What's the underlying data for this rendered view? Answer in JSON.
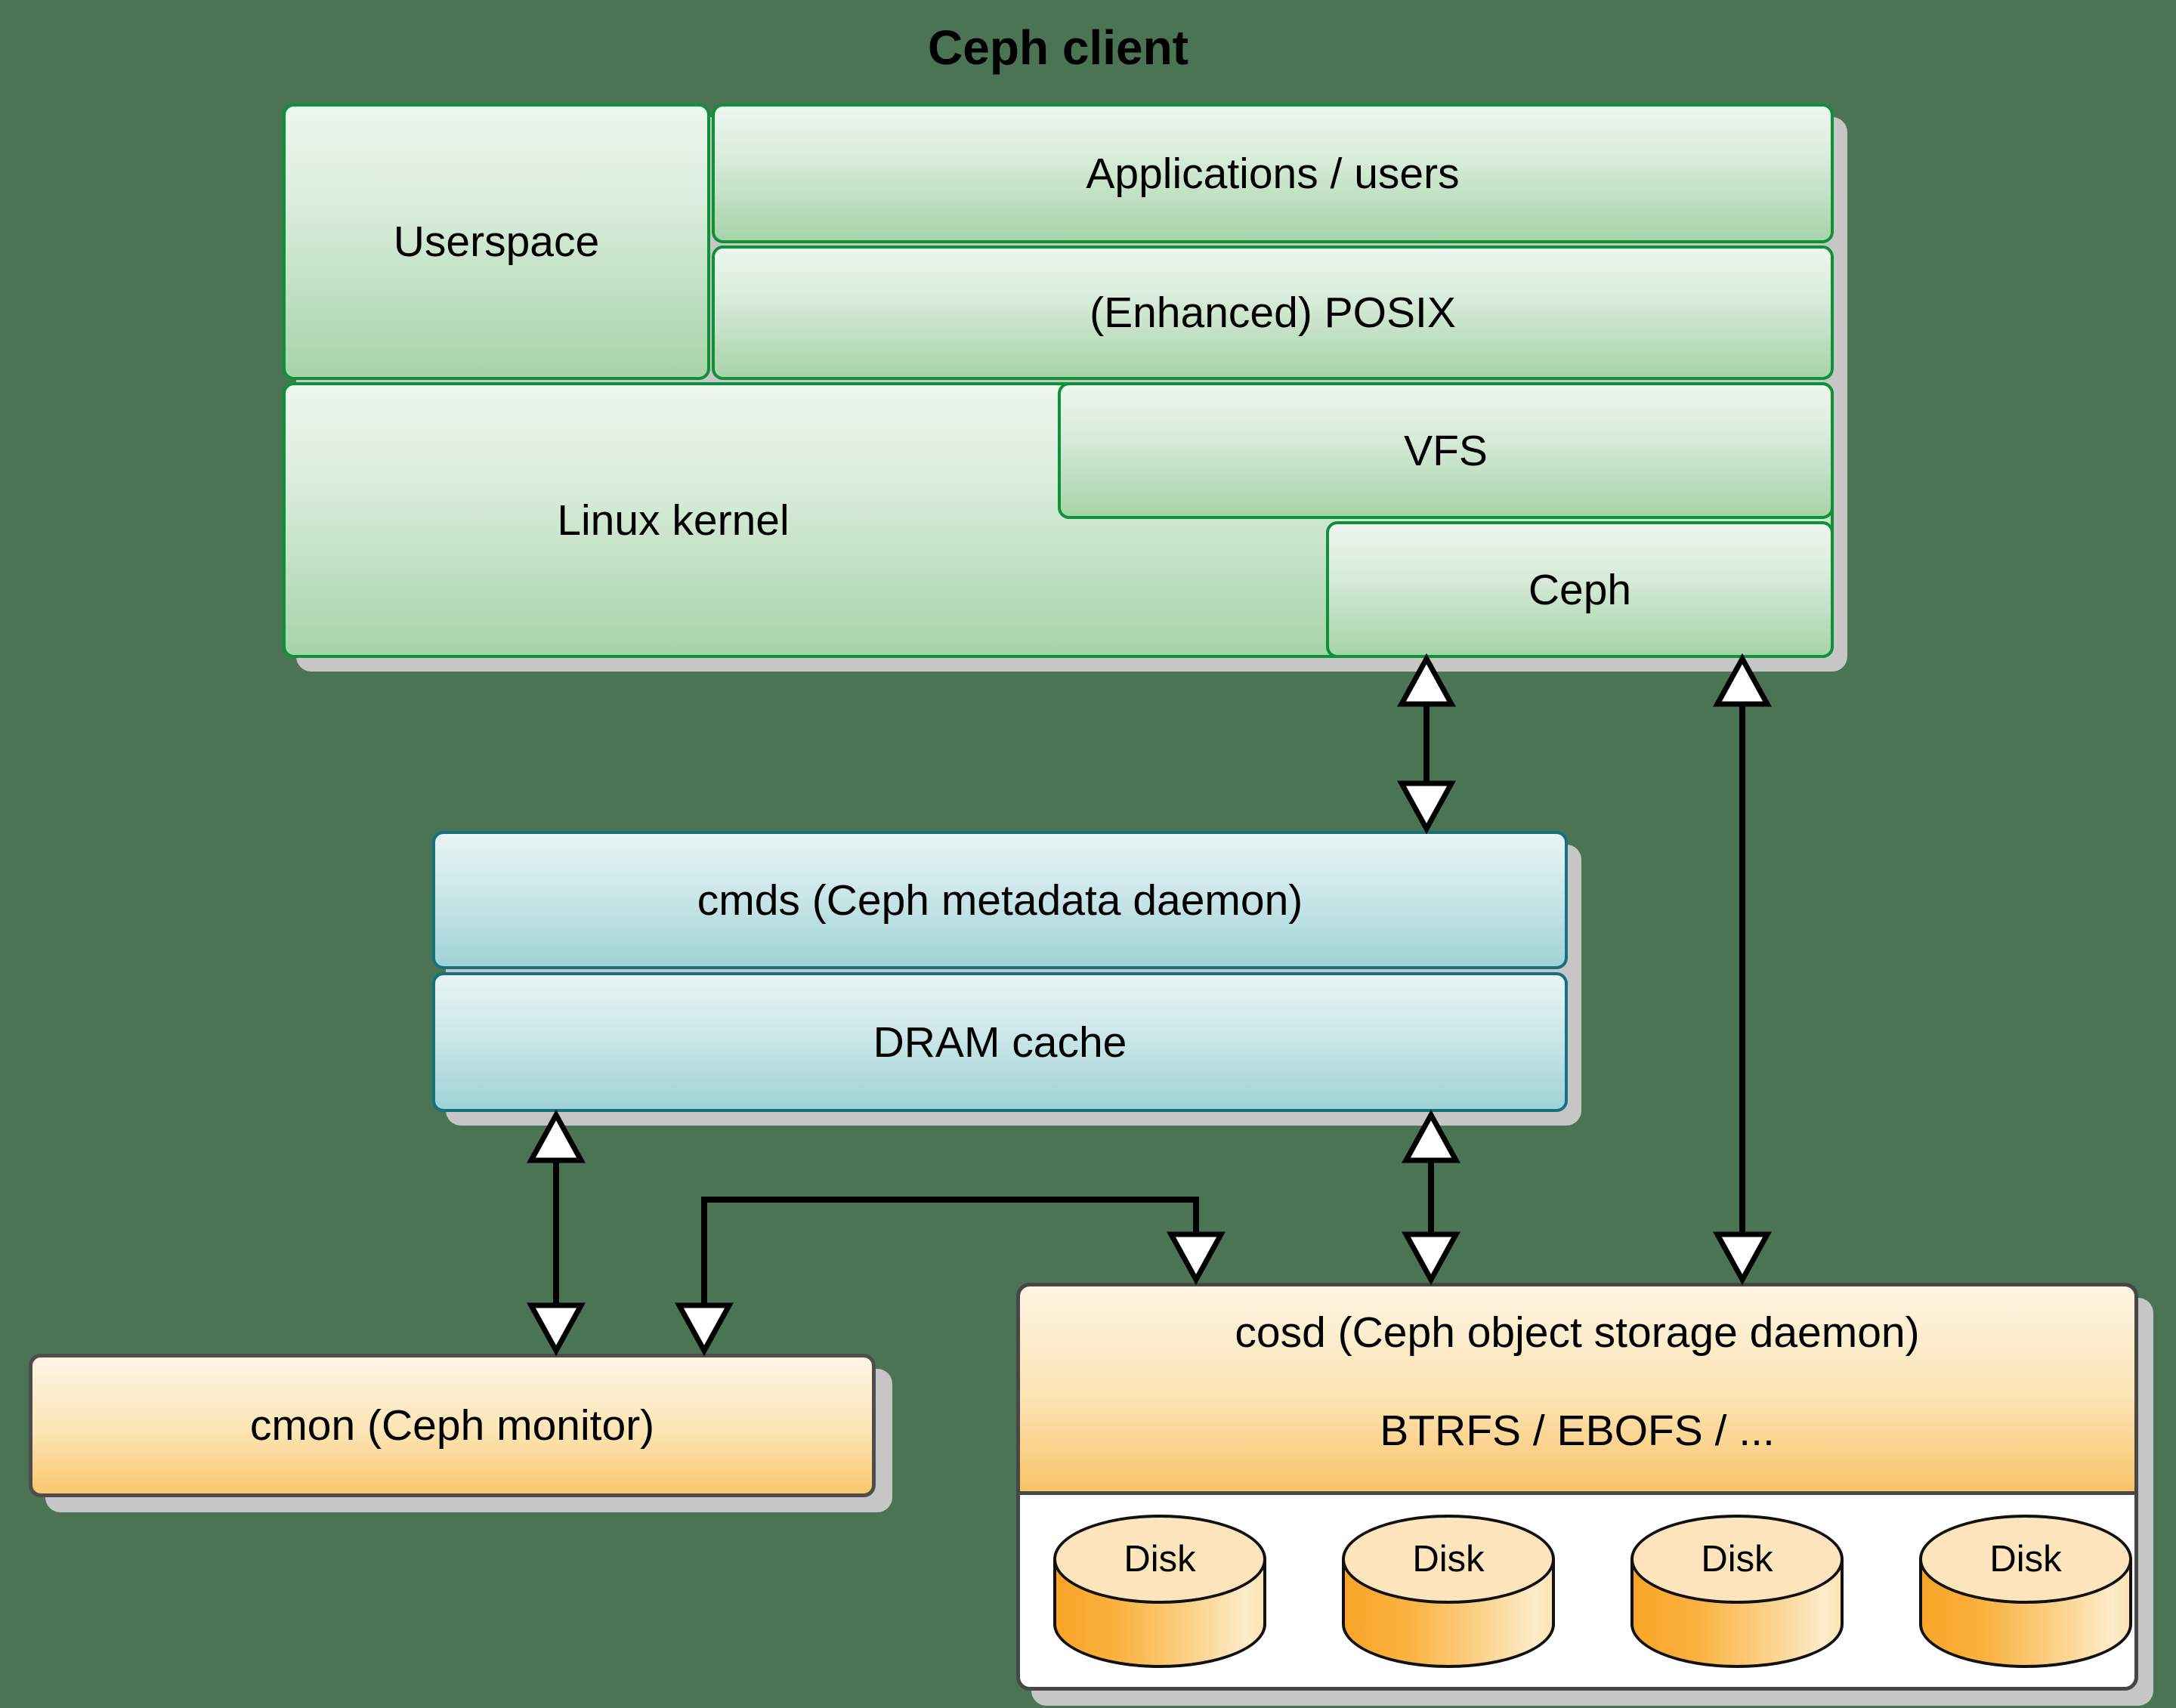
{
  "title": "Ceph client",
  "client_stack": {
    "userspace": "Userspace",
    "applications": "Applications / users",
    "posix": "(Enhanced) POSIX",
    "kernel": "Linux kernel",
    "vfs": "VFS",
    "ceph": "Ceph"
  },
  "mds": {
    "cmds": "cmds (Ceph metadata daemon)",
    "dram": "DRAM cache"
  },
  "monitor": {
    "label": "cmon (Ceph monitor)"
  },
  "osd": {
    "title": "cosd (Ceph object storage daemon)",
    "subtitle": "BTRFS / EBOFS / ...",
    "disks": [
      "Disk",
      "Disk",
      "Disk",
      "Disk"
    ]
  },
  "colors": {
    "background": "#4a7453",
    "green_border": "#0f9138",
    "green_gradient_top": "#edf6ee",
    "green_gradient_bottom": "#a6d3a9",
    "teal_border": "#16717e",
    "teal_gradient_top": "#e8f4f5",
    "teal_gradient_bottom": "#9fd3d6",
    "orange_border": "#4d4d4d",
    "orange_gradient_top": "#fdf5e4",
    "orange_gradient_bottom": "#fac76e",
    "disk_top_fill": "#fce5bd",
    "disk_side_dark": "#f9a527",
    "disk_side_light": "#fdeccb",
    "shadow": "#c6c6c6",
    "arrow_line": "#000000",
    "arrowhead_fill": "#ffffff",
    "text": "#000000"
  }
}
